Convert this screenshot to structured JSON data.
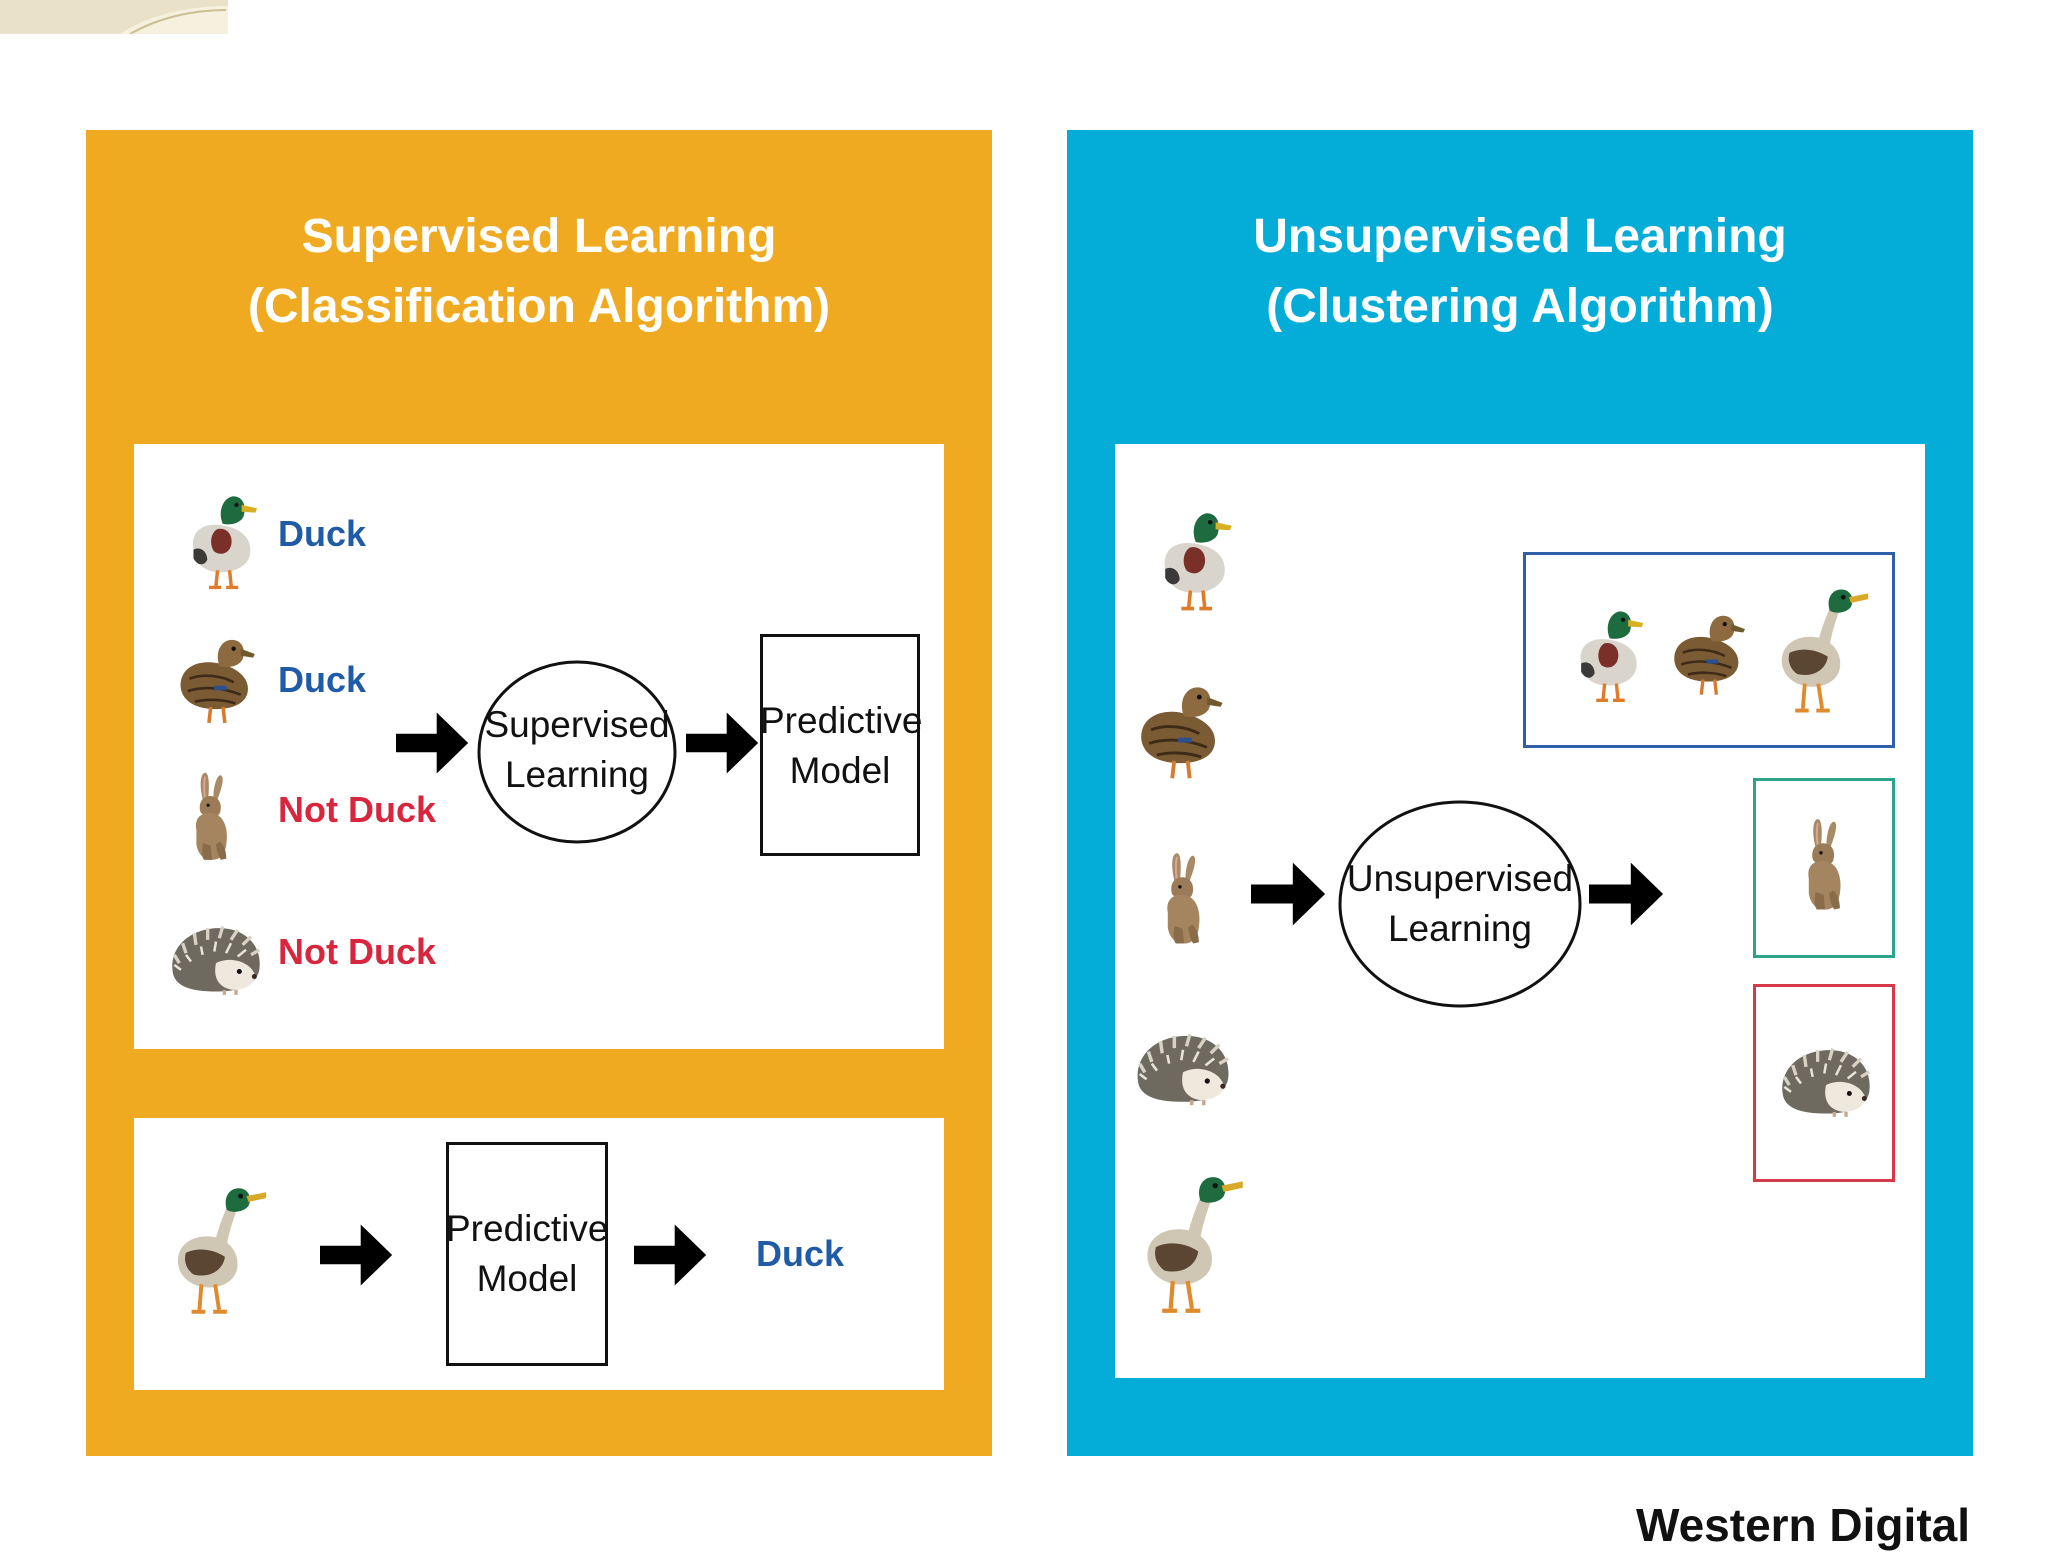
{
  "supervised": {
    "title_line1": "Supervised Learning",
    "title_line2": "(Classification Algorithm)",
    "training_labels": [
      "Duck",
      "Duck",
      "Not Duck",
      "Not Duck"
    ],
    "process_label_line1": "Supervised",
    "process_label_line2": "Learning",
    "model_label_line1": "Predictive",
    "model_label_line2": "Model",
    "prediction_label": "Duck"
  },
  "unsupervised": {
    "title_line1": "Unsupervised Learning",
    "title_line2": "(Clustering Algorithm)",
    "process_label_line1": "Unsupervised",
    "process_label_line2": "Learning"
  },
  "brand": "Western Digital",
  "colors": {
    "supervised_bg": "#EFAA22",
    "unsupervised_bg": "#04ACD8",
    "label_duck": "#1F5BA6",
    "label_not_duck": "#D7263D",
    "cluster_duck_border": "#2E5FA8",
    "cluster_rabbit_border": "#2BA58A",
    "cluster_hedgehog_border": "#D63A4A"
  },
  "icons": [
    "mallard-duck-icon",
    "female-duck-icon",
    "rabbit-icon",
    "hedgehog-icon",
    "standing-duck-icon",
    "right-arrow-icon"
  ]
}
